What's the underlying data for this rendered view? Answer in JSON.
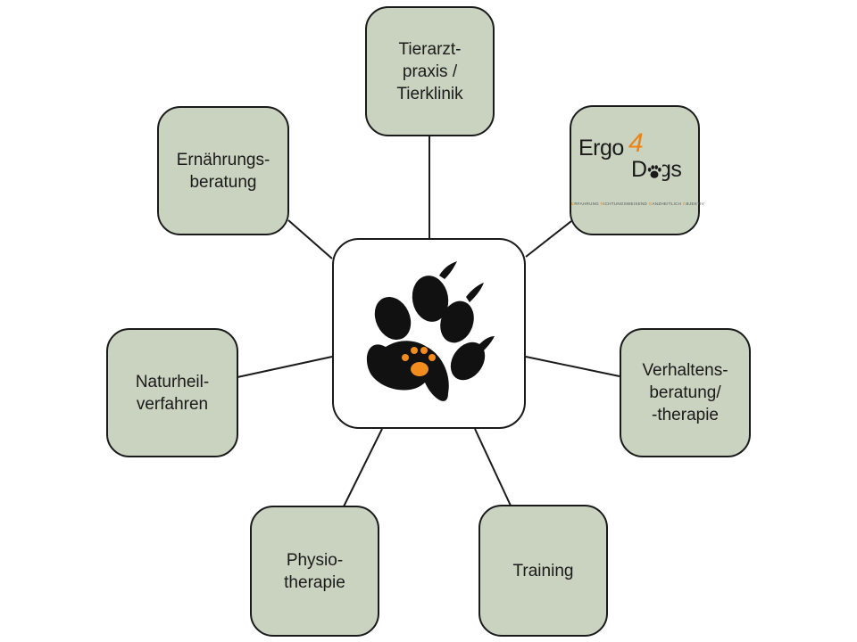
{
  "center": {
    "icon": "dog-paw-icon",
    "accent": "#f28c1e"
  },
  "nodes": {
    "tierarzt": {
      "line1": "Tierarzt-",
      "line2": "praxis /",
      "line3": "Tierklinik"
    },
    "ernaehrung": {
      "line1": "Ernährungs-",
      "line2": "beratung"
    },
    "logo": {
      "word1": "Ergo",
      "four": "4",
      "word2": "Dogs",
      "tagline": [
        {
          "initial": "E",
          "rest": "RFAHRUNG"
        },
        {
          "initial": "R",
          "rest": "ICHTUNGSWEISEND"
        },
        {
          "initial": "G",
          "rest": "ANZHEITLICH"
        },
        {
          "initial": "O",
          "rest": "BJEKTIV"
        }
      ]
    },
    "verhalten": {
      "line1": "Verhaltens-",
      "line2": "beratung/",
      "line3": "-therapie"
    },
    "naturheil": {
      "line1": "Naturheil-",
      "line2": "verfahren"
    },
    "physio": {
      "line1": "Physio-",
      "line2": "therapie"
    },
    "training": {
      "line1": "Training"
    }
  },
  "colors": {
    "node_fill": "#c9d3c0",
    "stroke": "#1a1a1a",
    "logo_accent": "#e8841a"
  }
}
